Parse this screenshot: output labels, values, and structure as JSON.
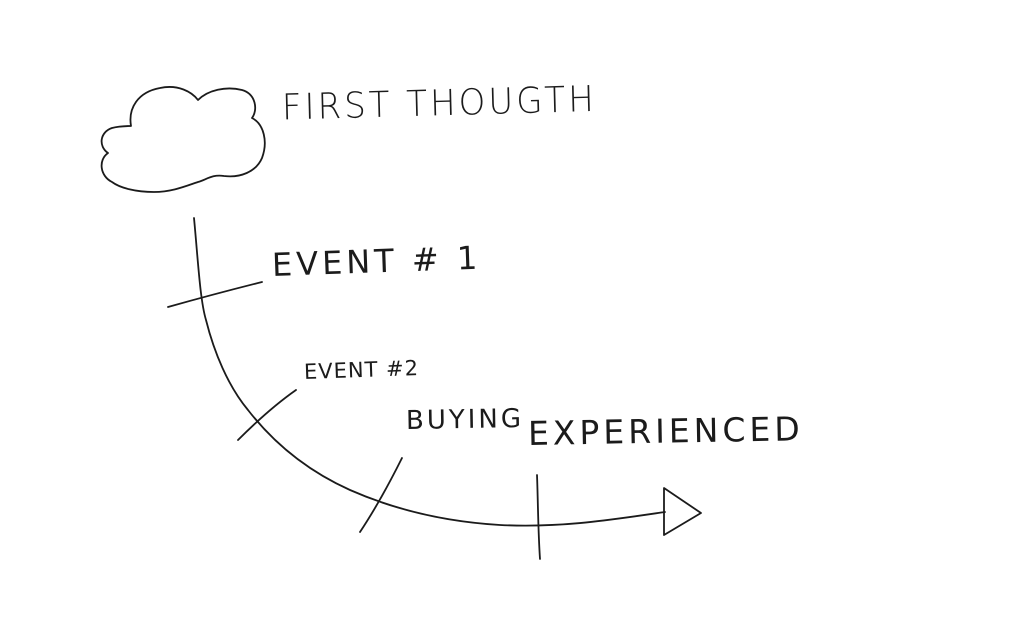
{
  "labels": {
    "first_thought": "FIRST THOUGTH",
    "event_1": "EVENT # 1",
    "event_2": "EVENT #2",
    "buying": "BUYING",
    "experienced": "EXPERIENCED"
  },
  "icons": {
    "start": "cloud-icon",
    "end": "arrowhead-icon"
  },
  "colors": {
    "ink": "#1b1b1b",
    "background": "#ffffff"
  }
}
